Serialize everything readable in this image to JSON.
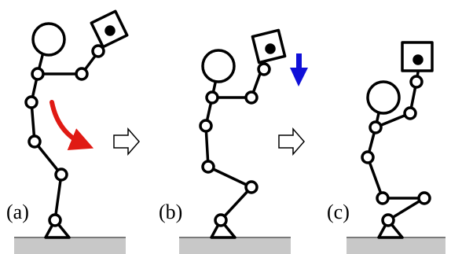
{
  "panels": [
    {
      "label": "(a)"
    },
    {
      "label": "(b)"
    },
    {
      "label": "(c)"
    }
  ],
  "colors": {
    "ground": "#c8c8c8",
    "ground_edge": "#7a7a7a",
    "stroke": "#000000",
    "curved_arrow": "#e01a14",
    "down_arrow": "#1010d8",
    "transition_arrow_fill": "#ffffff"
  }
}
